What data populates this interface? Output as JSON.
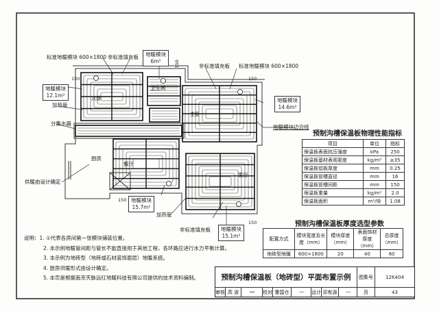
{
  "plan": {
    "rooms": {
      "second_bedroom": "次卧",
      "bathroom": "卫生间",
      "master_bedroom": "主卧",
      "dining": "餐厅",
      "kitchen": "厨房",
      "living": "客厅"
    },
    "labels": {
      "standard_module_left": "标准地暖模块 600×1800",
      "nonstandard_fill_left": "非标准填充板",
      "nonstandard_fill_mid": "非标准填充板",
      "standard_module_right": "标准地暖模块 600×1800",
      "heating_pipe_left": "加热管",
      "manifold": "分集水器",
      "kitchen_heating": "供暖由设计确定",
      "module_edge_line": "地暖模块边沿线",
      "heating_pipe_bottom": "加热管",
      "nonstandard_fill_bottom": "非标准填充板"
    },
    "modules": [
      {
        "title": "地暖模块",
        "area": "12.1m²"
      },
      {
        "title": "地暖模块",
        "area": "6m²"
      },
      {
        "title": "地暖模块",
        "area": "14.6m²"
      },
      {
        "title": "地暖模块",
        "area": "15.7m²"
      },
      {
        "title": "地暖模块",
        "area": "15.1m²"
      }
    ],
    "dimensions": [
      "150",
      "150",
      "150",
      "150",
      "150"
    ],
    "first_module_mark": "①"
  },
  "table1": {
    "title": "预制沟槽保温板物理性能指标",
    "headers": [
      "项目",
      "单位",
      "指标"
    ],
    "rows": [
      [
        "保温板表面抗压强度",
        "kPa",
        "250"
      ],
      [
        "保温板基材表观密度",
        "kg/m³",
        "≥35"
      ],
      [
        "保温板铝板厚度",
        "mm",
        "0.25"
      ],
      [
        "保温板管槽直径",
        "mm",
        "16"
      ],
      [
        "保温板管槽间距",
        "mm",
        "150"
      ],
      [
        "保温板重量",
        "kg/m²",
        "2.0"
      ],
      [
        "保温板面积",
        "m²/块",
        "1.08"
      ]
    ]
  },
  "table2": {
    "title": "预制沟槽保温板厚度选型参数",
    "headers": [
      "配置方式",
      "模块宽度及长度（mm）",
      "模块厚度（mm）",
      "表面饰材厚度（mm）",
      "总厚度（mm）"
    ],
    "rows": [
      [
        "地砖型地暖",
        "600×1800",
        "20",
        "40",
        "60"
      ]
    ]
  },
  "notes": {
    "prefix": "说明：",
    "items": [
      "1. ①代表各房间第一张模块铺装位置。",
      "2. 本示例地暖管间距与管长不能直接用于其他工程，各环路应进行水力平衡计算。",
      "3. 本示例为地砖型（地砖或石材装饰面层）地暖系统。",
      "4. 厨房供暖形式由设计确定。",
      "5. 本页是根据南京天脉远红地暖科技有限公司提供的技术资料编制。"
    ]
  },
  "title_block": {
    "title": "预制沟槽保温板（地砖型）平面布置示例",
    "atlas_label": "图集号",
    "atlas_no": "12K404",
    "review_label": "审核",
    "reviewer": "高 波",
    "check_label": "校对",
    "checker": "曹国仓",
    "design_label": "设计",
    "designer": "邓有源",
    "page_label": "页",
    "page_no": "43"
  }
}
